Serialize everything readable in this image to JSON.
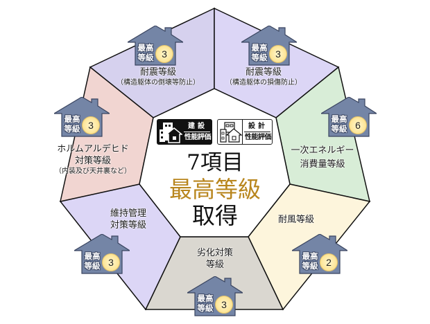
{
  "colors": {
    "segment_top_left": "#d6d1ee",
    "segment_top_right": "#dcd6f6",
    "segment_right": "#d8edd7",
    "segment_bottom_right": "#fdf5dc",
    "segment_bottom": "#dad7d0",
    "segment_bottom_left": "#dcd6f6",
    "segment_left": "#f1d5d1",
    "house_fill": "#7485a6",
    "house_outline": "#3a4560",
    "grade_circle": "#fde79c",
    "highlight_text": "#b8861e"
  },
  "badges": {
    "construction": {
      "top": "建設",
      "bottom": "性能評価",
      "icon": "building-house-icon"
    },
    "design": {
      "top": "設計",
      "bottom": "性能評価",
      "icon": "building-house-outline-icon"
    }
  },
  "center": {
    "line1": "7項目",
    "line2": "最高等級",
    "line3": "取得"
  },
  "segments": [
    {
      "id": "seismic-collapse",
      "main": "耐震等級",
      "sub": "（構造躯体の倒壊等防止）",
      "house": {
        "label1": "最高",
        "label2": "等級",
        "grade": "3"
      }
    },
    {
      "id": "seismic-damage",
      "main": "耐震等級",
      "sub": "（構造躯体の損傷防止）",
      "house": {
        "label1": "最高",
        "label2": "等級",
        "grade": "3"
      }
    },
    {
      "id": "energy",
      "main": "一次エネルギー",
      "main2": "消費量等級",
      "house": {
        "label1": "最高",
        "label2": "等級",
        "grade": "6"
      }
    },
    {
      "id": "wind",
      "main": "耐風等級",
      "house": {
        "label1": "最高",
        "label2": "等級",
        "grade": "2"
      }
    },
    {
      "id": "deterioration",
      "main": "劣化対策",
      "main2": "等級",
      "house": {
        "label1": "最高",
        "label2": "等級",
        "grade": "3"
      }
    },
    {
      "id": "maintenance",
      "main": "維持管理",
      "main2": "対策等級",
      "house": {
        "label1": "最高",
        "label2": "等級",
        "grade": "3"
      }
    },
    {
      "id": "formaldehyde",
      "main": "ホルムアルデヒド",
      "main2": "対策等級",
      "sub": "（内装及び天井裏など）",
      "house": {
        "label1": "最高",
        "label2": "等級",
        "grade": "3"
      }
    }
  ]
}
